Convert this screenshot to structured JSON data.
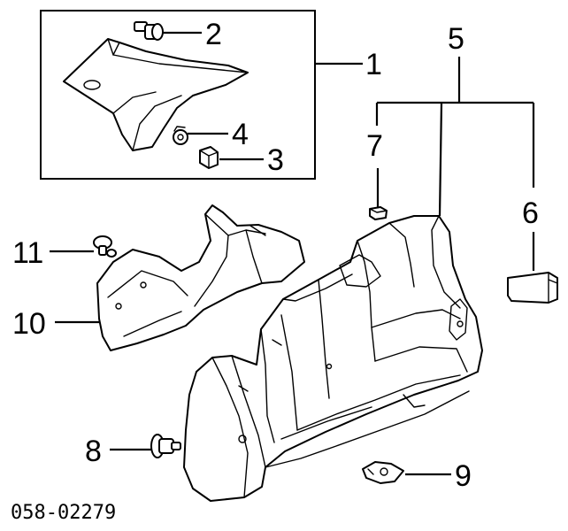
{
  "callouts": {
    "c1": "1",
    "c2": "2",
    "c3": "3",
    "c4": "4",
    "c5": "5",
    "c6": "6",
    "c7": "7",
    "c8": "8",
    "c9": "9",
    "c10": "10",
    "c11": "11"
  },
  "drawing_code": "058-02279"
}
